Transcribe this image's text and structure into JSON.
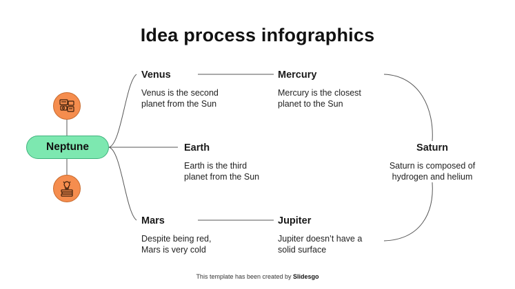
{
  "title": "Idea process infographics",
  "hub": {
    "label": "Neptune"
  },
  "nodes": {
    "venus": {
      "title": "Venus",
      "desc1": "Venus is the second",
      "desc2": "planet from the Sun"
    },
    "mercury": {
      "title": "Mercury",
      "desc1": "Mercury is the closest",
      "desc2": "planet to the Sun"
    },
    "earth": {
      "title": "Earth",
      "desc1": "Earth is the third",
      "desc2": "planet from the Sun"
    },
    "saturn": {
      "title": "Saturn",
      "desc1": "Saturn is composed of",
      "desc2": "hydrogen and helium"
    },
    "mars": {
      "title": "Mars",
      "desc1": "Despite being red,",
      "desc2": "Mars is very cold"
    },
    "jupiter": {
      "title": "Jupiter",
      "desc1": "Jupiter doesn’t have a",
      "desc2": "solid surface"
    }
  },
  "icons": {
    "top": "ideas-board-icon",
    "bottom": "lightbulb-books-icon"
  },
  "colors": {
    "hub_fill": "#7de8b0",
    "badge_fill": "#f58d4e",
    "line": "#555555"
  },
  "footer": {
    "prefix": "This template has been created by",
    "brand": "Slidesgo"
  }
}
